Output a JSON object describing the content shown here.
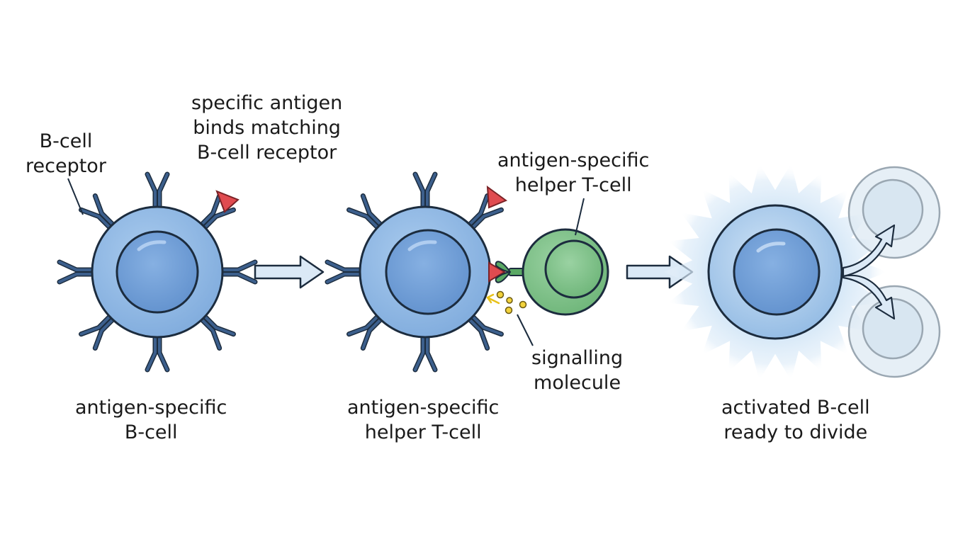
{
  "labels": {
    "bcell_receptor": [
      "B-cell",
      "receptor"
    ],
    "specific_antigen": [
      "specific antigen",
      "binds matching",
      "B-cell receptor"
    ],
    "antigen_specific_helper_t_cell_top": [
      "antigen-specific",
      "helper T-cell"
    ],
    "signalling_molecule": [
      "signalling",
      "molecule"
    ],
    "stage1_caption": [
      "antigen-specific",
      "B-cell"
    ],
    "stage2_caption": [
      "antigen-specific",
      "helper T-cell"
    ],
    "stage3_caption": [
      "activated B-cell",
      "ready to divide"
    ]
  },
  "colors": {
    "bcell_fill": "#8fb8e4",
    "bcell_nucleus": "#6f9ed8",
    "outline": "#1c2c3e",
    "receptor": "#3c5f8c",
    "antigen": "#e04b50",
    "tcell_fill": "#7cbf86",
    "tcell_nucleus": "#66b070",
    "signal": "#f2d23c",
    "arrow_fill": "#dbe9f6",
    "glow": "#cfe4f6",
    "daughter_fill": "#dde9f3",
    "daughter_stroke": "#9aa7b2"
  },
  "icons": [
    "b-cell",
    "b-cell-receptor",
    "antigen",
    "helper-t-cell",
    "signalling-molecule",
    "process-arrow",
    "division-arrow",
    "daughter-cell"
  ]
}
